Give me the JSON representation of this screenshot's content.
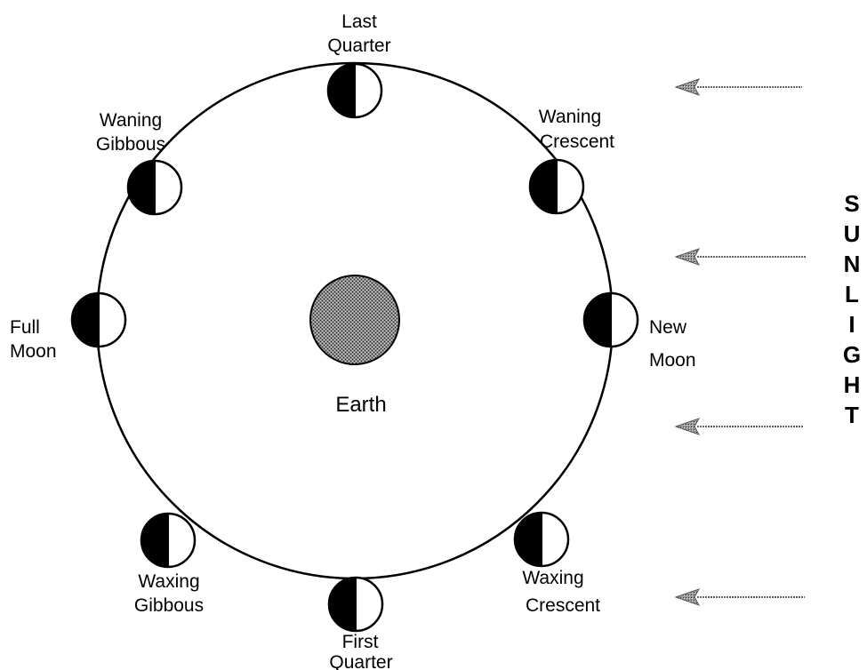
{
  "diagram": {
    "earth_label": "Earth",
    "sunlight_letters": [
      "S",
      "U",
      "N",
      "L",
      "I",
      "G",
      "H",
      "T"
    ],
    "phases": {
      "new_moon": [
        "New",
        "Moon"
      ],
      "waxing_crescent": [
        "Waxing",
        "Crescent"
      ],
      "first_quarter": [
        "First",
        "Quarter"
      ],
      "waxing_gibbous": [
        "Waxing",
        "Gibbous"
      ],
      "full_moon": [
        "Full",
        "Moon"
      ],
      "waning_gibbous": [
        "Waning",
        "Gibbous"
      ],
      "last_quarter": [
        "Last",
        "Quarter"
      ],
      "waning_crescent": [
        "Waning",
        "Crescent"
      ]
    },
    "sunlight_arrow_count": 4
  }
}
